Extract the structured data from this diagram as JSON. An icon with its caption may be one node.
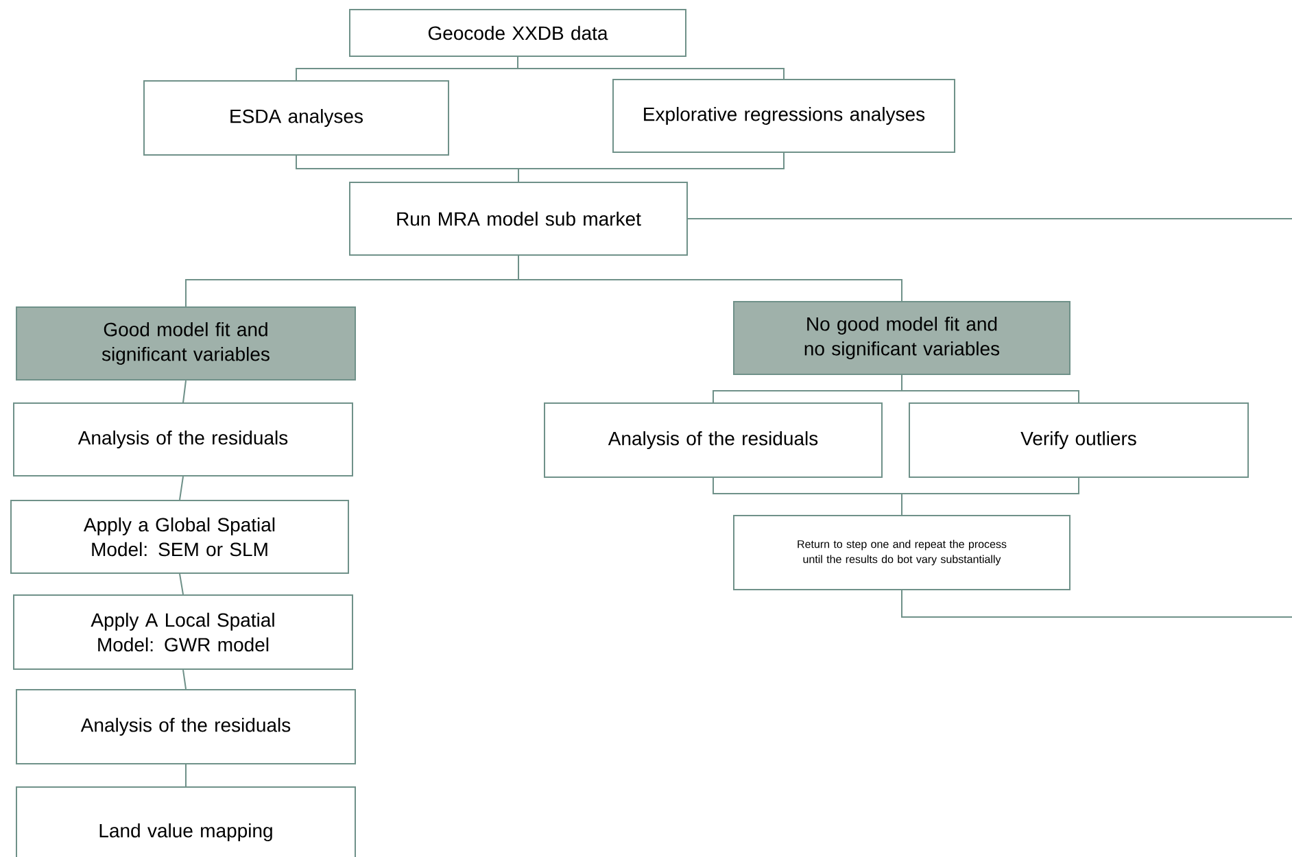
{
  "diagram": {
    "nodes": [
      {
        "text": [
          "Geocode XXDB  data"
        ]
      },
      {
        "text": [
          "ESDA analyses"
        ]
      },
      {
        "text": [
          "Explorative regressions analyses"
        ]
      },
      {
        "text": [
          "Run MRA model sub market"
        ]
      },
      {
        "text": [
          "Good model fit and significant variables"
        ]
      },
      {
        "text": [
          "No good model fit and no significant variables"
        ]
      },
      {
        "text": [
          "Analysis of the residuals"
        ]
      },
      {
        "text": [
          "Apply a Global Spatial Model: SEM or SLM"
        ]
      },
      {
        "text": [
          "Apply A Local Spatial Model: GWR model"
        ]
      },
      {
        "text": [
          "Analysis of the residuals"
        ]
      },
      {
        "text": [
          "Land value mapping"
        ]
      },
      {
        "text": [
          "Analysis of the residuals"
        ]
      },
      {
        "text": [
          "Verify outliers"
        ]
      },
      {
        "text": [
          "Return to step one and repeat the process until the results do bot vary substantially"
        ]
      }
    ],
    "edges": [
      {
        "from": 0,
        "to": 1,
        "arrow": "none"
      },
      {
        "from": 0,
        "to": 2,
        "arrow": "none"
      },
      {
        "from": 1,
        "to": 3,
        "arrow": "none"
      },
      {
        "from": 2,
        "to": 3,
        "arrow": "none"
      },
      {
        "from": 3,
        "to": 4,
        "arrow": "none"
      },
      {
        "from": 3,
        "to": 5,
        "arrow": "none"
      },
      {
        "from": 3,
        "to": null,
        "arrow": "none"
      },
      {
        "from": 4,
        "to": 6,
        "arrow": "none"
      },
      {
        "from": 6,
        "to": 7,
        "arrow": "none"
      },
      {
        "from": 7,
        "to": 8,
        "arrow": "none"
      },
      {
        "from": 8,
        "to": 9,
        "arrow": "none"
      },
      {
        "from": 9,
        "to": 10,
        "arrow": "none"
      },
      {
        "from": 5,
        "to": 11,
        "arrow": "none"
      },
      {
        "from": 5,
        "to": 12,
        "arrow": "none"
      },
      {
        "from": 11,
        "to": 13,
        "arrow": "none"
      },
      {
        "from": 12,
        "to": 13,
        "arrow": "none"
      },
      {
        "from": 13,
        "to": null,
        "arrow": "none"
      }
    ]
  }
}
